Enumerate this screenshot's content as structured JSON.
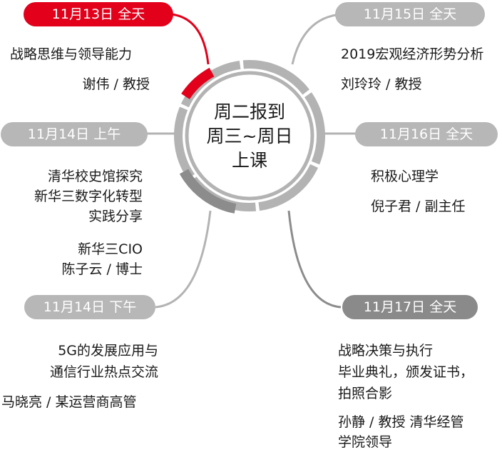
{
  "center": {
    "line1": "周二报到",
    "line2": "周三~周日",
    "line3": "上课"
  },
  "sessions": {
    "nov13": {
      "date": "11月13日 全天",
      "topic": "战略思维与领导能力",
      "speaker": "谢伟 / 教授"
    },
    "nov15": {
      "date": "11月15日 全天",
      "topic": "2019宏观经济形势分析",
      "speaker": "刘玲玲 / 教授"
    },
    "nov14am": {
      "date": "11月14日 上午",
      "topic_line1": "清华校史馆探究",
      "topic_line2": "新华三数字化转型",
      "topic_line3": "实践分享",
      "speaker_line1": "新华三CIO",
      "speaker_line2": "陈子云 / 博士"
    },
    "nov16": {
      "date": "11月16日 全天",
      "topic": "积极心理学",
      "speaker": "倪子君 / 副主任"
    },
    "nov14pm": {
      "date": "11月14日 下午",
      "topic_line1": "5G的发展应用与",
      "topic_line2": "通信行业热点交流",
      "speaker": "马晓亮 / 某运营商高管"
    },
    "nov17": {
      "date": "11月17日 全天",
      "topic_line1": "战略决策与执行",
      "topic_line2": "毕业典礼，颁发证书，",
      "topic_line3": "拍照合影",
      "speaker_line1": "孙静 / 教授 清华经管",
      "speaker_line2": "学院领导"
    }
  },
  "colors": {
    "accent_red": "#e2001a",
    "pill_grey": "#b7b7b7",
    "pill_dark": "#8a8a8a",
    "ring_grey": "#b3b3b3",
    "ring_dark": "#8c8c8c"
  }
}
